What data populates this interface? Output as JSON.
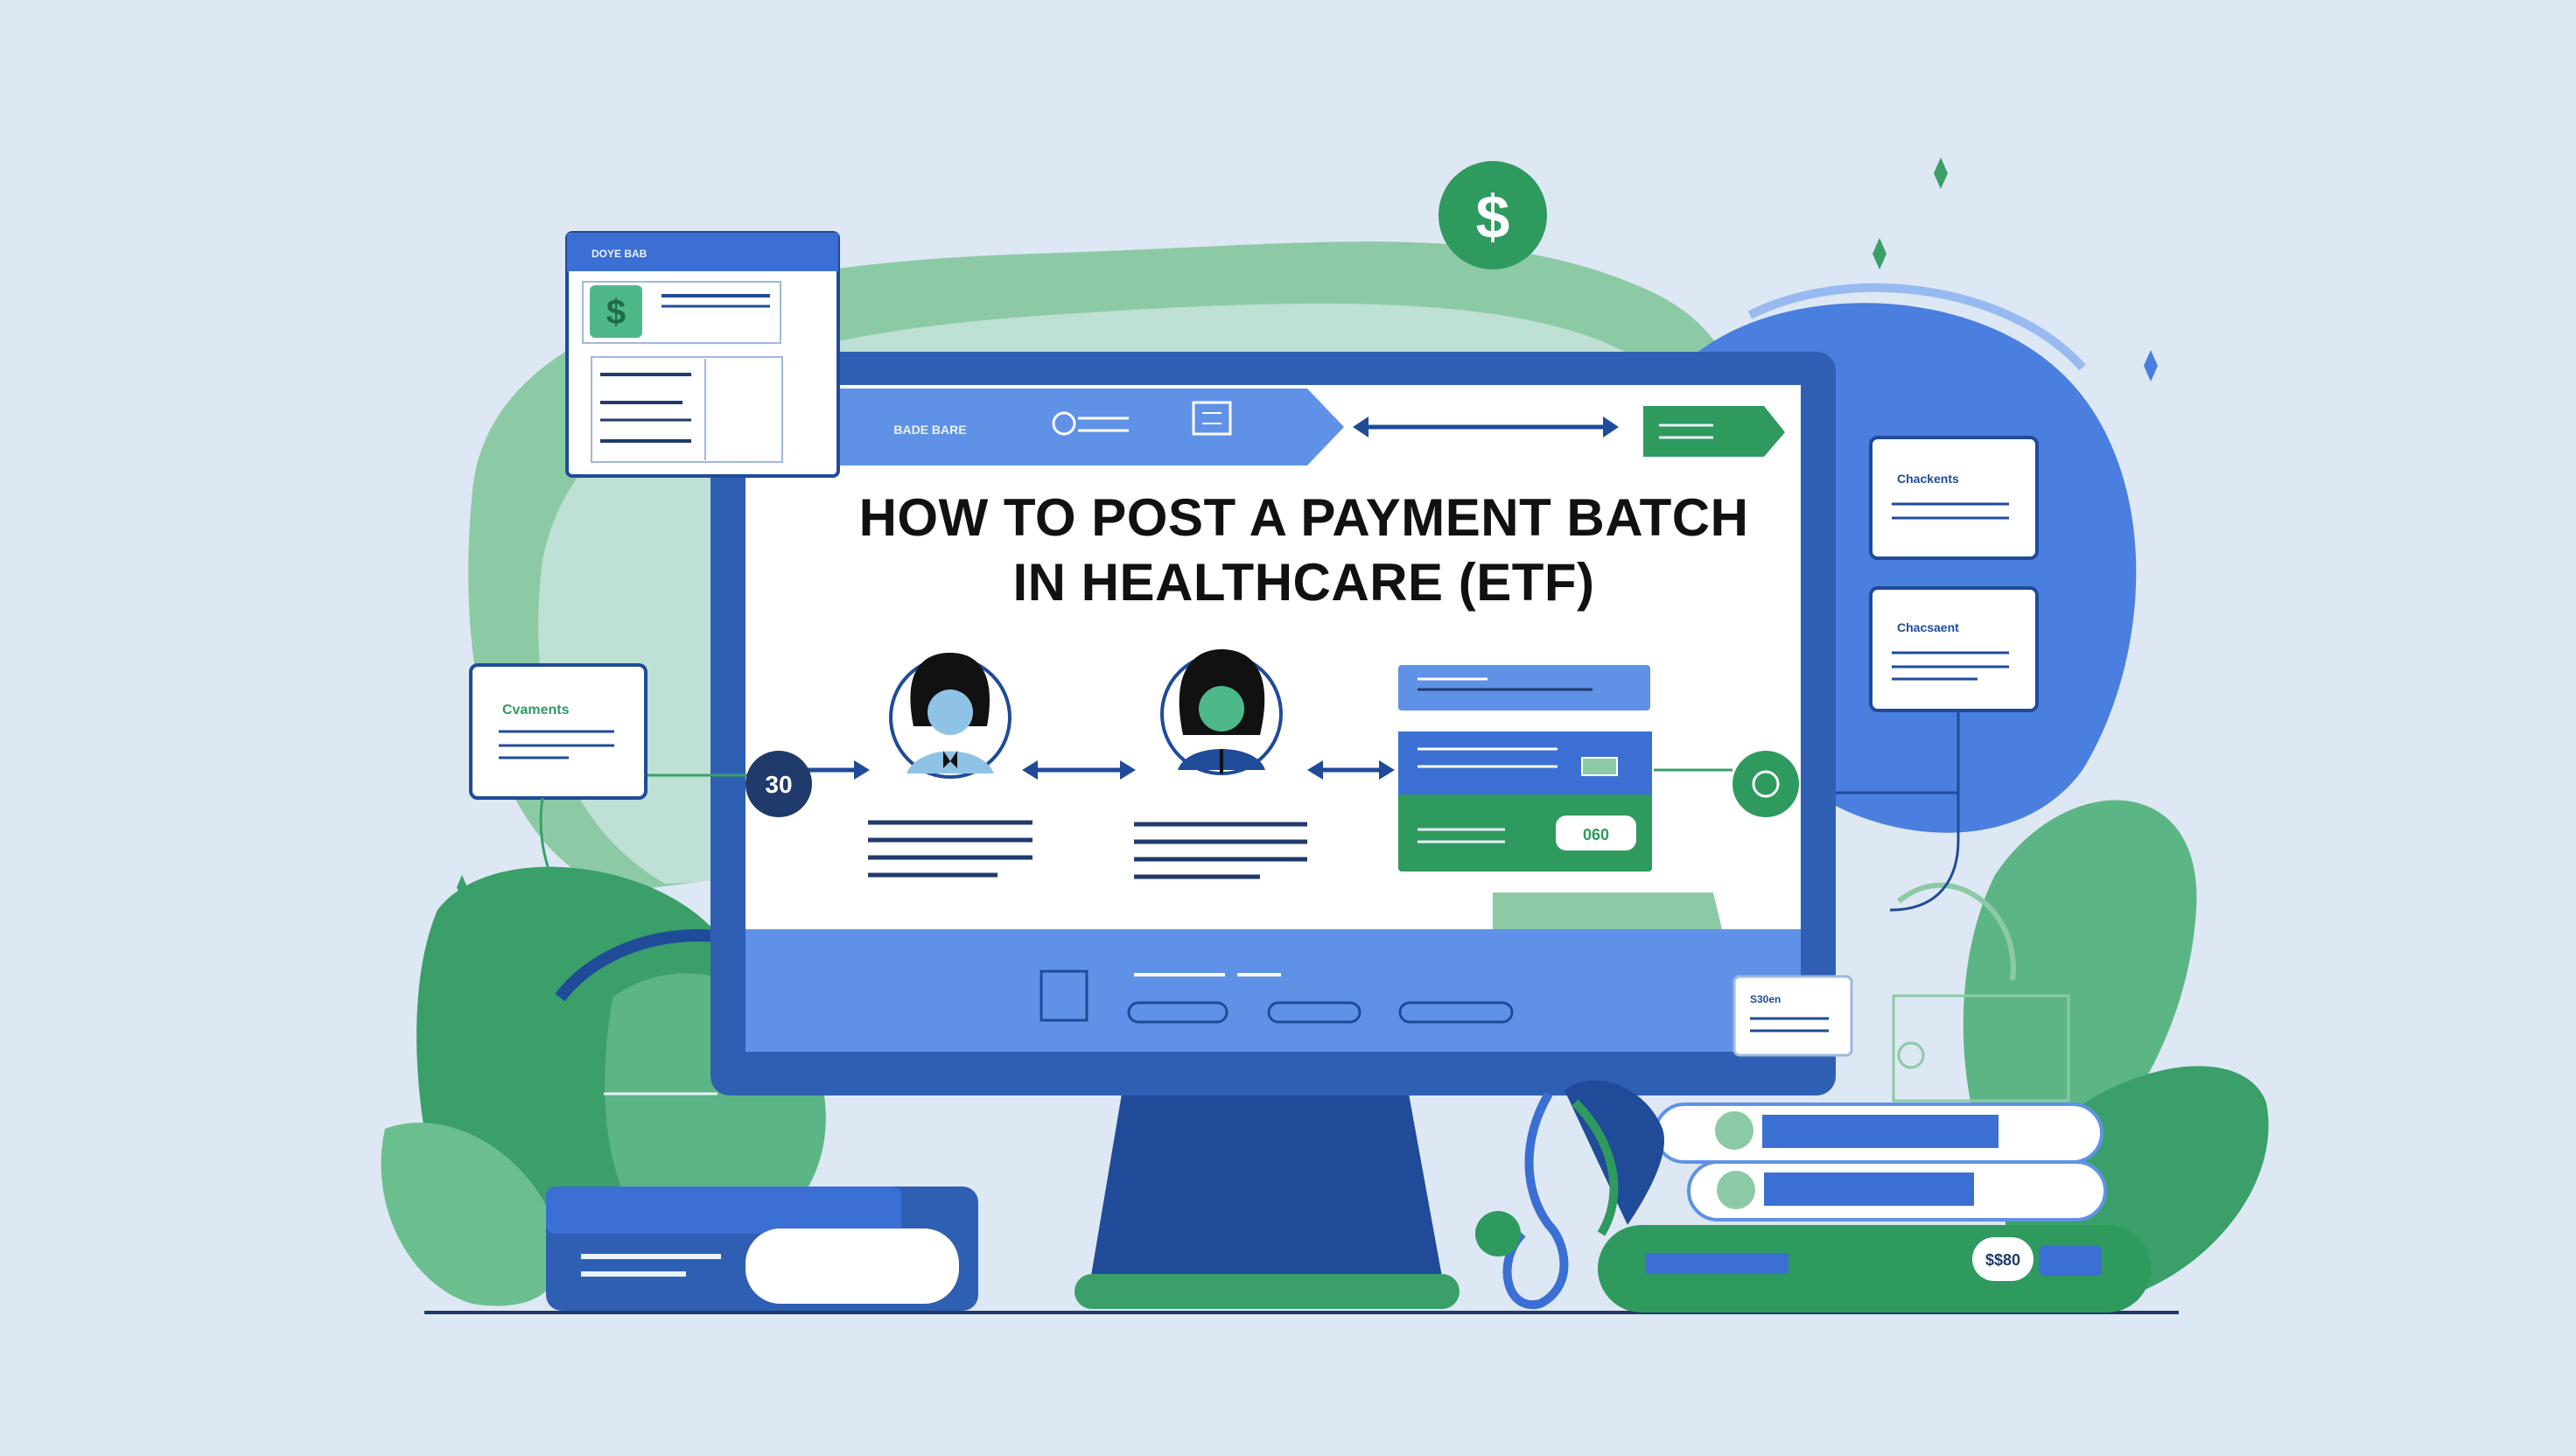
{
  "title": {
    "line1": "HOW TO POST A PAYMENT BATCH",
    "line2": "IN HEALTHCARE (ETF)"
  },
  "labels": {
    "dollar_badge": "$",
    "flow_start_badge": "30",
    "card_left": "Cvaments",
    "card_right_top": "Chackents",
    "card_right_middle": "Chacsaent",
    "small_card": "S30en",
    "doc_header": "DOYE BAB",
    "screen_header": "BADE BARE",
    "book_tag": "$$80",
    "payment_pill": "060"
  },
  "colors": {
    "background": "#dde8f4",
    "brand_blue": "#3b6fd4",
    "deep_blue": "#1f4b99",
    "brand_green": "#2e9a5e",
    "light_green": "#8ccaa5",
    "ink": "#111111"
  },
  "icons": [
    "dollar-icon",
    "person-icon",
    "arrow-icon",
    "document-icon",
    "stethoscope-icon",
    "book-icon",
    "leaf-icon",
    "card-icon"
  ]
}
